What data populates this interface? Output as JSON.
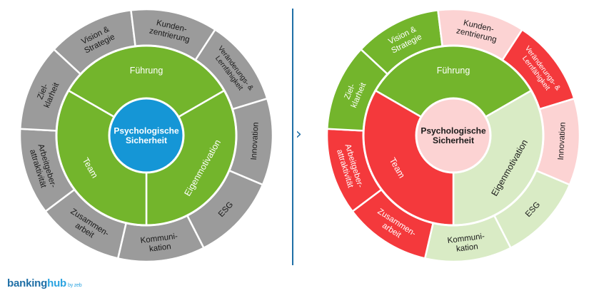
{
  "center_label": [
    "Psychologische",
    "Sicherheit"
  ],
  "inner_segments": [
    {
      "id": "fuehrung",
      "label": "Führung"
    },
    {
      "id": "eigenmotivation",
      "label": "Eigenmotivation"
    },
    {
      "id": "team",
      "label": "Team"
    }
  ],
  "outer_segments": [
    {
      "id": "vision",
      "lines": [
        "Vision &",
        "Strategie"
      ]
    },
    {
      "id": "kunden",
      "lines": [
        "Kunden-",
        "zentrierung"
      ]
    },
    {
      "id": "veraenderung",
      "lines": [
        "Veränderungs- &",
        "Lernfähigkeit"
      ]
    },
    {
      "id": "innovation",
      "lines": [
        "Innovation"
      ]
    },
    {
      "id": "esg",
      "lines": [
        "ESG"
      ]
    },
    {
      "id": "kommunikation",
      "lines": [
        "Kommuni-",
        "kation"
      ]
    },
    {
      "id": "zusammenarbeit",
      "lines": [
        "Zusammen-",
        "arbeit"
      ]
    },
    {
      "id": "arbeitgeber",
      "lines": [
        "Arbeitgeber-",
        "attraktivität"
      ]
    },
    {
      "id": "zielklarheit",
      "lines": [
        "Ziel-",
        "klarheit"
      ]
    }
  ],
  "left_colors": {
    "center": "#1596d6",
    "inner": {
      "fuehrung": "#73b52c",
      "eigenmotivation": "#73b52c",
      "team": "#73b52c"
    },
    "outer": "#9b9b9b",
    "text": "#ffffff",
    "outer_text": "#1a1a1a"
  },
  "right_colors": {
    "center": "#fcd3d3",
    "inner": {
      "fuehrung": "#73b52c",
      "eigenmotivation": "#d9ebc5",
      "team": "#f4393c"
    },
    "outer": {
      "vision": "#73b52c",
      "kunden": "#fcd3d3",
      "veraenderung": "#f4393c",
      "innovation": "#fcd3d3",
      "esg": "#d9ebc5",
      "kommunikation": "#d9ebc5",
      "zusammenarbeit": "#f4393c",
      "arbeitgeber": "#f4393c",
      "zielklarheit": "#73b52c"
    },
    "text": {
      "center": "#1a1a1a",
      "fuehrung": "#ffffff",
      "eigenmotivation": "#1a1a1a",
      "team": "#ffffff",
      "vision": "#ffffff",
      "kunden": "#1a1a1a",
      "veraenderung": "#ffffff",
      "innovation": "#1a1a1a",
      "esg": "#1a1a1a",
      "kommunikation": "#1a1a1a",
      "zusammenarbeit": "#ffffff",
      "arbeitgeber": "#ffffff",
      "zielklarheit": "#ffffff"
    }
  },
  "divider_icon": "chevron-right-icon",
  "brand": {
    "main": "banking",
    "accent": "hub",
    "suffix": "by zeb"
  }
}
